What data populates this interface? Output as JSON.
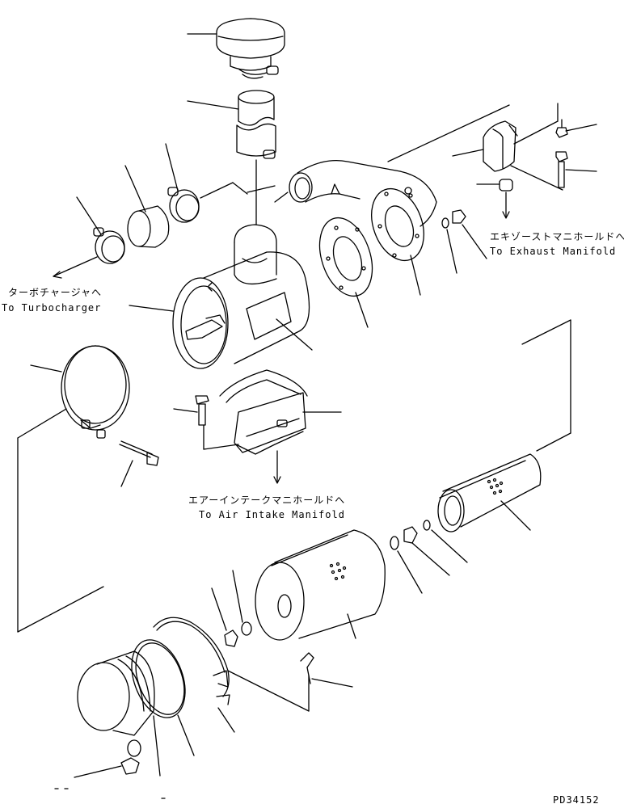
{
  "diagram": {
    "labels": {
      "exhaust_jp": "エキゾーストマニホールドへ",
      "exhaust_en": "To Exhaust Manifold",
      "turbo_jp": "ターボチャージャへ",
      "turbo_en": "To Turbocharger",
      "intake_jp": "エアーインテークマニホールドへ",
      "intake_en": "To Air Intake Manifold"
    },
    "drawing_code": "PD34152",
    "line_color": "#000000",
    "background": "#ffffff"
  }
}
